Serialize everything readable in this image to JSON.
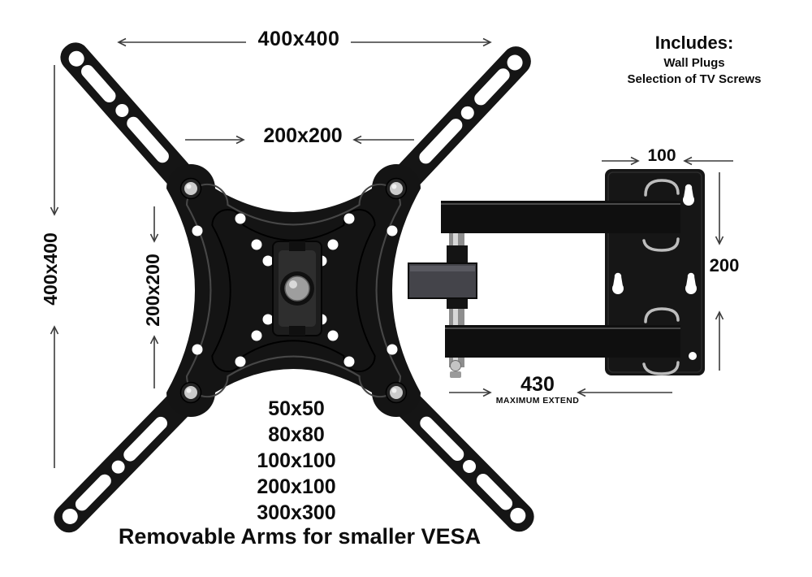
{
  "diagram": {
    "title_note": "Removable Arms for smaller VESA",
    "includes": {
      "title": "Includes:",
      "items": [
        "Wall Plugs",
        "Selection of TV Screws"
      ]
    },
    "dimensions": {
      "top_span": "400x400",
      "inner_span_h": "200x200",
      "left_span": "400x400",
      "inner_span_v": "200x200",
      "wall_plate_width": "100",
      "wall_plate_height": "200",
      "max_extend_value": "430",
      "max_extend_label": "MAXIMUM EXTEND"
    },
    "vesa_sizes": [
      "50x50",
      "80x80",
      "100x100",
      "200x100",
      "300x300"
    ],
    "colors": {
      "bracket": "#141414",
      "dimension_line": "#3c3c3c",
      "text": "#0d0d0d",
      "metal": "#c4c4c4"
    }
  }
}
